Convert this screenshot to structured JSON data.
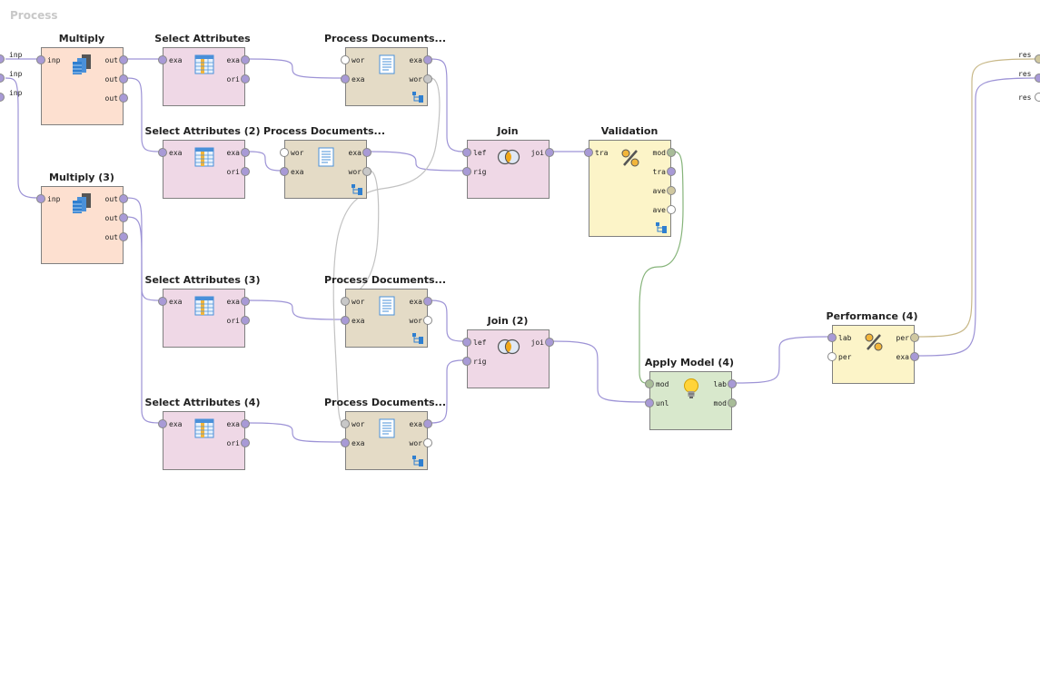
{
  "process_title": "Process",
  "colors": {
    "multiply_bg": "#fde0d0",
    "select_bg": "#efd8e6",
    "processdoc_bg": "#e4dbc6",
    "join_bg": "#efd8e6",
    "validation_bg": "#fcf4c8",
    "apply_bg": "#d8e8cc",
    "performance_bg": "#fcf4c8",
    "port_example": "#a89ad6",
    "port_wordlist": "#c8c8c8",
    "port_model": "#a8bc98",
    "port_perf": "#d0c8a0",
    "port_empty": "#ffffff",
    "wire_example": "#9d93d6",
    "wire_wordlist": "#c2c2c2",
    "wire_model": "#86b47a",
    "wire_perf": "#c8b888"
  },
  "left_ports": [
    {
      "label": "inp"
    },
    {
      "label": "inp"
    },
    {
      "label": "inp"
    }
  ],
  "right_ports": [
    {
      "label": "res"
    },
    {
      "label": "res"
    },
    {
      "label": "res"
    }
  ],
  "operators": {
    "multiply": {
      "title": "Multiply",
      "inputs": [
        "inp"
      ],
      "outputs": [
        "out",
        "out",
        "out"
      ],
      "icon": "multiply-icon"
    },
    "multiply3": {
      "title": "Multiply (3)",
      "inputs": [
        "inp"
      ],
      "outputs": [
        "out",
        "out",
        "out"
      ],
      "icon": "multiply-icon"
    },
    "select1": {
      "title": "Select Attributes",
      "inputs": [
        "exa"
      ],
      "outputs": [
        "exa",
        "ori"
      ],
      "icon": "table-icon"
    },
    "select2": {
      "title": "Select Attributes (2)",
      "inputs": [
        "exa"
      ],
      "outputs": [
        "exa",
        "ori"
      ],
      "icon": "table-icon"
    },
    "select3": {
      "title": "Select Attributes (3)",
      "inputs": [
        "exa"
      ],
      "outputs": [
        "exa",
        "ori"
      ],
      "icon": "table-icon"
    },
    "select4": {
      "title": "Select Attributes (4)",
      "inputs": [
        "exa"
      ],
      "outputs": [
        "exa",
        "ori"
      ],
      "icon": "table-icon"
    },
    "pd1": {
      "title": "Process Documents...",
      "inputs": [
        "wor",
        "exa"
      ],
      "outputs": [
        "exa",
        "wor"
      ],
      "icon": "document-icon"
    },
    "pd2": {
      "title": "Process Documents...",
      "inputs": [
        "wor",
        "exa"
      ],
      "outputs": [
        "exa",
        "wor"
      ],
      "icon": "document-icon"
    },
    "pd3": {
      "title": "Process Documents...",
      "inputs": [
        "wor",
        "exa"
      ],
      "outputs": [
        "exa",
        "wor"
      ],
      "icon": "document-icon"
    },
    "pd4": {
      "title": "Process Documents...",
      "inputs": [
        "wor",
        "exa"
      ],
      "outputs": [
        "exa",
        "wor"
      ],
      "icon": "document-icon"
    },
    "join": {
      "title": "Join",
      "inputs": [
        "lef",
        "rig"
      ],
      "outputs": [
        "joi"
      ],
      "icon": "join-icon"
    },
    "join2": {
      "title": "Join (2)",
      "inputs": [
        "lef",
        "rig"
      ],
      "outputs": [
        "joi"
      ],
      "icon": "join-icon"
    },
    "validation": {
      "title": "Validation",
      "inputs": [
        "tra"
      ],
      "outputs": [
        "mod",
        "tra",
        "ave",
        "ave"
      ],
      "icon": "percent-icon"
    },
    "apply": {
      "title": "Apply Model (4)",
      "inputs": [
        "mod",
        "unl"
      ],
      "outputs": [
        "lab",
        "mod"
      ],
      "icon": "lightbulb-icon"
    },
    "performance": {
      "title": "Performance (4)",
      "inputs": [
        "lab",
        "per"
      ],
      "outputs": [
        "per",
        "exa"
      ],
      "icon": "percent-icon"
    }
  }
}
